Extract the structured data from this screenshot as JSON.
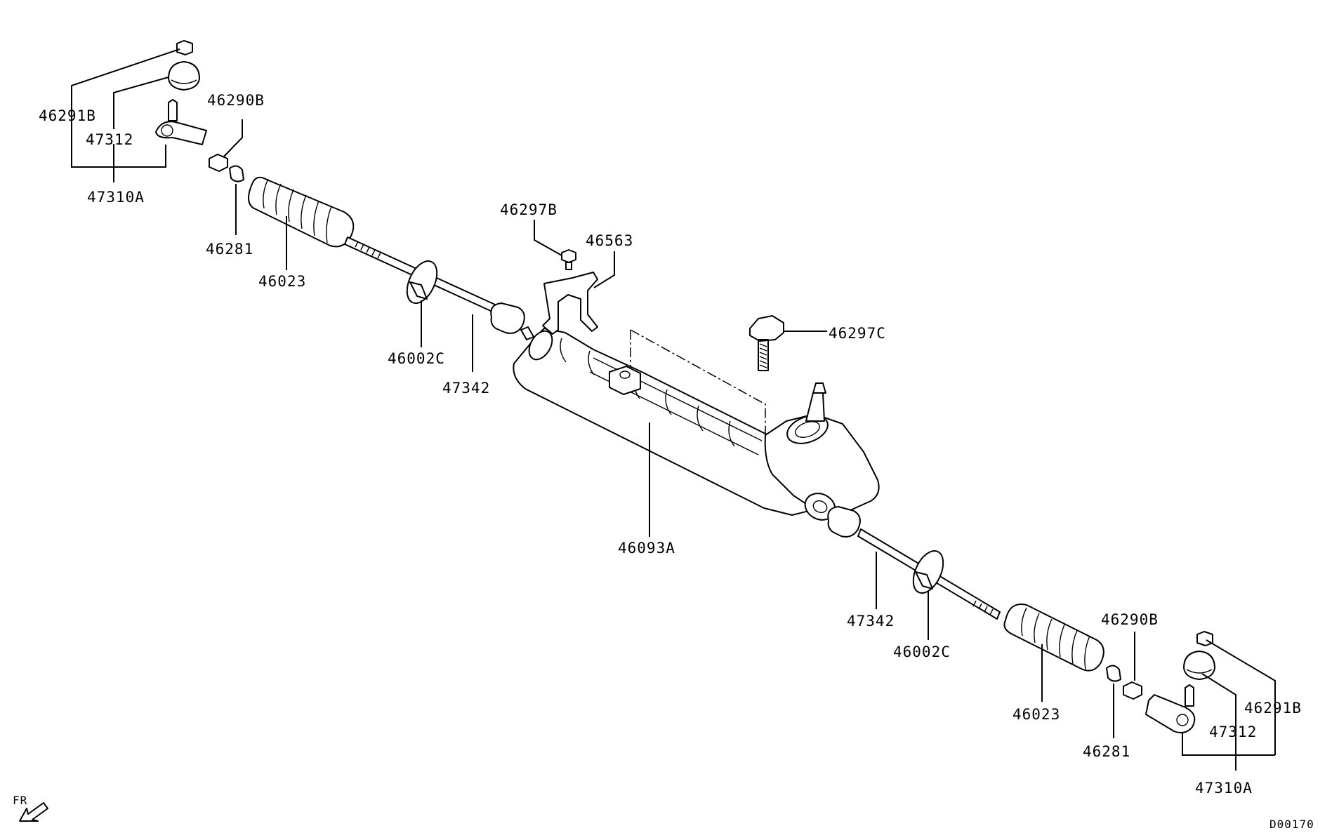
{
  "labels": {
    "l_46291B": "46291B",
    "l_47312": "47312",
    "l_47310A": "47310A",
    "l_46290B": "46290B",
    "l_46281": "46281",
    "l_46023": "46023",
    "l_46002C": "46002C",
    "l_47342": "47342",
    "l_46297B": "46297B",
    "l_46563": "46563",
    "l_46297C": "46297C",
    "l_46093A": "46093A",
    "r_47342": "47342",
    "r_46002C": "46002C",
    "r_46023": "46023",
    "r_46290B": "46290B",
    "r_46281": "46281",
    "r_46291B": "46291B",
    "r_47312": "47312",
    "r_47310A": "47310A"
  },
  "fr_label": "FR",
  "diagram_code": "D00170"
}
